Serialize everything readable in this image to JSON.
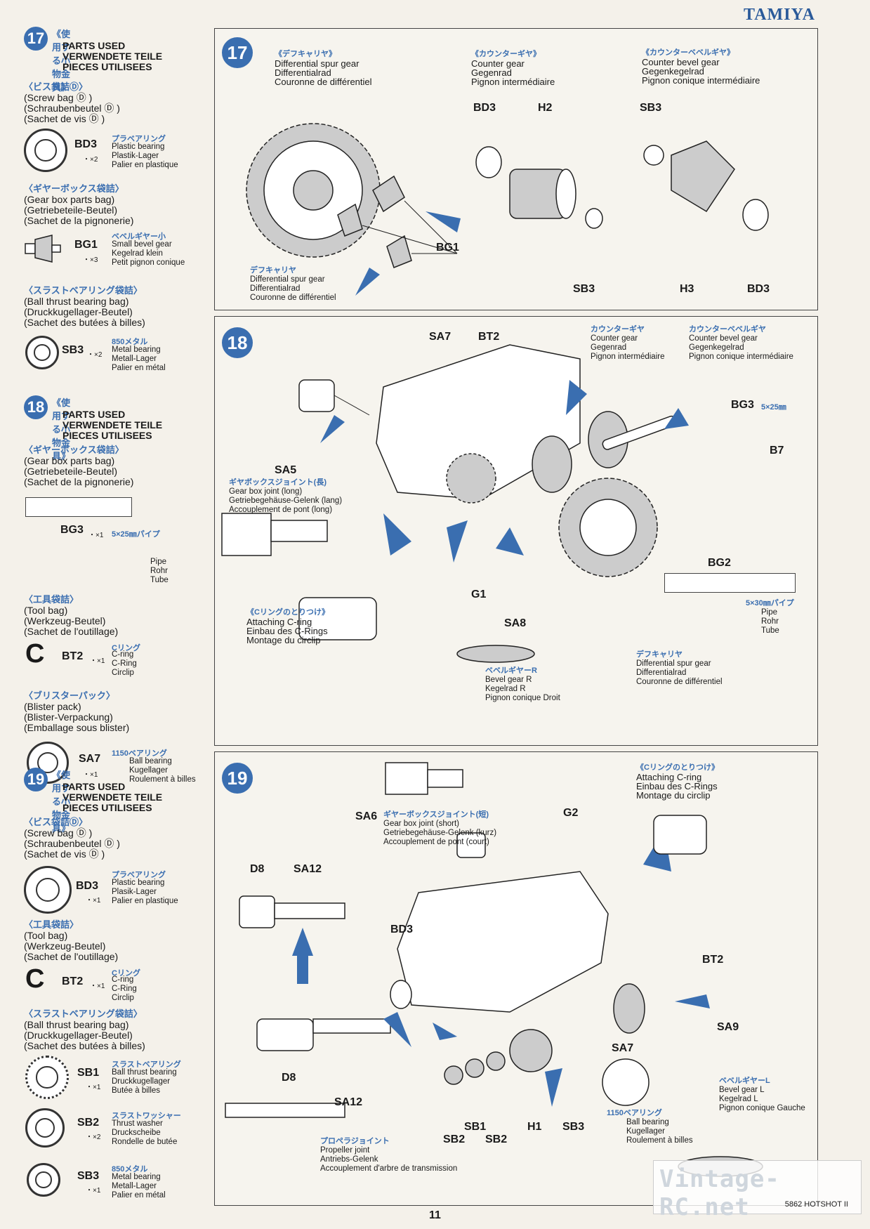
{
  "brand": "TAMIYA",
  "page_number": "11",
  "watermark": {
    "site": "Vintage-RC.net",
    "model": "5862 HOTSHOT II"
  },
  "sidebar": {
    "s17": {
      "num": "17",
      "jp": "《使用する小物金具》",
      "hdr": [
        "PARTS USED",
        "VERWENDETE TEILE",
        "PIECES UTILISEES"
      ],
      "bags": [
        {
          "jp": "〈ビス袋詰Ⓓ〉",
          "lines": [
            "(Screw bag Ⓓ )",
            "(Schraubenbeutel Ⓓ )",
            "(Sachet de vis Ⓓ )"
          ]
        },
        {
          "jp": "〈ギヤーボックス袋詰〉",
          "lines": [
            "(Gear box parts bag)",
            "(Getriebeteile-Beutel)",
            "(Sachet de la pignonerie)"
          ]
        },
        {
          "jp": "〈スラストベアリング袋詰〉",
          "lines": [
            "(Ball thrust bearing bag)",
            "(Druckkugellager-Beutel)",
            "(Sachet des butées à billes)"
          ]
        }
      ],
      "parts": [
        {
          "code": "BD3",
          "qty": "・×2",
          "jp": "プラベアリング",
          "desc": [
            "Plastic bearing",
            "Plastik-Lager",
            "Palier en plastique"
          ]
        },
        {
          "code": "BG1",
          "qty": "・×3",
          "jp": "ベベルギヤー小",
          "desc": [
            "Small bevel gear",
            "Kegelrad klein",
            "Petit pignon conique"
          ]
        },
        {
          "code": "SB3",
          "qty": "・×2",
          "jp": "850メタル",
          "desc": [
            "Metal bearing",
            "Metall-Lager",
            "Palier en métal"
          ]
        }
      ]
    },
    "s18": {
      "num": "18",
      "jp": "《使用する小物金具》",
      "hdr": [
        "PARTS USED",
        "VERWENDETE TEILE",
        "PIECES UTILISEES"
      ],
      "bags": [
        {
          "jp": "〈ギヤーボックス袋詰〉",
          "lines": [
            "(Gear box parts bag)",
            "(Getriebeteile-Beutel)",
            "(Sachet de la pignonerie)"
          ]
        },
        {
          "jp": "〈工具袋詰〉",
          "lines": [
            "(Tool bag)",
            "(Werkzeug-Beutel)",
            "(Sachet de l'outillage)"
          ]
        },
        {
          "jp": "〈ブリスターパック〉",
          "lines": [
            "(Blister pack)",
            "(Blister-Verpackung)",
            "(Emballage sous blister)"
          ]
        }
      ],
      "parts": [
        {
          "code": "BG3",
          "qty": "・×1",
          "jp": "5×25㎜パイプ",
          "desc": [
            "Pipe",
            "Rohr",
            "Tube"
          ]
        },
        {
          "code": "BT2",
          "qty": "・×1",
          "jp": "Cリング",
          "desc": [
            "C-ring",
            "C-Ring",
            "Circlip"
          ]
        },
        {
          "code": "SA7",
          "qty": "・×1",
          "jp": "1150ベアリング",
          "desc": [
            "Ball bearing",
            "Kugellager",
            "Roulement à billes"
          ]
        }
      ]
    },
    "s19": {
      "num": "19",
      "jp": "《使用する小物金具》",
      "hdr": [
        "PARTS USED",
        "VERWENDETE TEILE",
        "PIECES UTILISEES"
      ],
      "bags": [
        {
          "jp": "〈ビス袋詰Ⓓ〉",
          "lines": [
            "(Screw bag Ⓓ )",
            "(Schraubenbeutel Ⓓ )",
            "(Sachet de vis Ⓓ )"
          ]
        },
        {
          "jp": "〈工具袋詰〉",
          "lines": [
            "(Tool bag)",
            "(Werkzeug-Beutel)",
            "(Sachet de l'outillage)"
          ]
        },
        {
          "jp": "〈スラストベアリング袋詰〉",
          "lines": [
            "(Ball thrust bearing bag)",
            "(Druckkugellager-Beutel)",
            "(Sachet des butées à billes)"
          ]
        }
      ],
      "parts": [
        {
          "code": "BD3",
          "qty": "・×1",
          "jp": "プラベアリング",
          "desc": [
            "Plastic bearing",
            "Plasik-Lager",
            "Palier en plastique"
          ]
        },
        {
          "code": "BT2",
          "qty": "・×1",
          "jp": "Cリング",
          "desc": [
            "C-ring",
            "C-Ring",
            "Circlip"
          ]
        },
        {
          "code": "SB1",
          "qty": "・×1",
          "jp": "スラストベアリング",
          "desc": [
            "Ball thrust bearing",
            "Druckkugellager",
            "Butée à billes"
          ]
        },
        {
          "code": "SB2",
          "qty": "・×2",
          "jp": "スラストワッシャー",
          "desc": [
            "Thrust washer",
            "Druckscheibe",
            "Rondelle de butée"
          ]
        },
        {
          "code": "SB3",
          "qty": "・×1",
          "jp": "850メタル",
          "desc": [
            "Metal bearing",
            "Metall-Lager",
            "Palier en métal"
          ]
        }
      ]
    }
  },
  "panel17": {
    "num": "17",
    "diff_top": {
      "jp": "《デフキャリヤ》",
      "lines": [
        "Differential spur gear",
        "Differentialrad",
        "Couronne de différentiel"
      ]
    },
    "counter": {
      "jp": "《カウンターギヤ》",
      "lines": [
        "Counter gear",
        "Gegenrad",
        "Pignon intermédiaire"
      ]
    },
    "bevel": {
      "jp": "《カウンターベベルギヤ》",
      "lines": [
        "Counter bevel gear",
        "Gegenkegelrad",
        "Pignon conique intermédiaire"
      ]
    },
    "diff_bottom": {
      "jp": "デフキャリヤ",
      "lines": [
        "Differential spur gear",
        "Differentialrad",
        "Couronne de différentiel"
      ]
    },
    "labels": {
      "bd3a": "BD3",
      "h2": "H2",
      "sb3a": "SB3",
      "bg1": "BG1",
      "sb3b": "SB3",
      "h3": "H3",
      "bd3b": "BD3"
    }
  },
  "panel18": {
    "num": "18",
    "counter": {
      "jp": "カウンターギヤ",
      "lines": [
        "Counter gear",
        "Gegenrad",
        "Pignon intermédiaire"
      ]
    },
    "bevel": {
      "jp": "カウンターベベルギヤ",
      "lines": [
        "Counter bevel gear",
        "Gegenkegelrad",
        "Pignon conique intermédiaire"
      ]
    },
    "joint": {
      "jp": "ギヤボックスジョイント(長)",
      "lines": [
        "Gear box joint (long)",
        "Getriebegehäuse-Gelenk (lang)",
        "Accouplement de pont (long)"
      ]
    },
    "cring": {
      "jp": "《Cリングのとりつけ》",
      "lines": [
        "Attaching C-ring",
        "Einbau des C-Rings",
        "Montage du circlip"
      ]
    },
    "bevelR": {
      "jp": "ベベルギヤーR",
      "lines": [
        "Bevel gear R",
        "Kegelrad R",
        "Pignon conique Droit"
      ]
    },
    "diff": {
      "jp": "デフキャリヤ",
      "lines": [
        "Differential spur gear",
        "Differentialrad",
        "Couronne de différentiel"
      ]
    },
    "pipe": {
      "size": "5×30㎜パイプ",
      "lines": [
        "Pipe",
        "Rohr",
        "Tube"
      ]
    },
    "bg3size": "5×25㎜",
    "labels": {
      "sa7": "SA7",
      "bt2": "BT2",
      "sa5": "SA5",
      "bg3": "BG3",
      "b7": "B7",
      "bg2": "BG2",
      "g1": "G1",
      "sa8": "SA8"
    }
  },
  "panel19": {
    "num": "19",
    "joint": {
      "jp": "ギヤーボックスジョイント(短)",
      "lines": [
        "Gear box joint (short)",
        "Getriebegehäuse-Gelenk (kurz)",
        "Accouplement de pont (court)"
      ]
    },
    "cring": {
      "jp": "《Cリングのとりつけ》",
      "lines": [
        "Attaching C-ring",
        "Einbau des C-Rings",
        "Montage du circlip"
      ]
    },
    "bevelL": {
      "jp": "ベベルギヤーL",
      "lines": [
        "Bevel gear L",
        "Kegelrad L",
        "Pignon conique Gauche"
      ]
    },
    "bearing": {
      "jp": "1150ベアリング",
      "lines": [
        "Ball bearing",
        "Kugellager",
        "Roulement à billes"
      ]
    },
    "prop": {
      "jp": "プロペラジョイント",
      "lines": [
        "Propeller joint",
        "Antriebs-Gelenk",
        "Accouplement d'arbre de transmission"
      ]
    },
    "labels": {
      "sa6": "SA6",
      "g2": "G2",
      "d8a": "D8",
      "sa12a": "SA12",
      "bd3": "BD3",
      "bt2": "BT2",
      "sa9": "SA9",
      "sa7": "SA7",
      "d8b": "D8",
      "sa12b": "SA12",
      "sb1": "SB1",
      "sb2a": "SB2",
      "sb2b": "SB2",
      "h1": "H1",
      "sb3": "SB3"
    }
  }
}
